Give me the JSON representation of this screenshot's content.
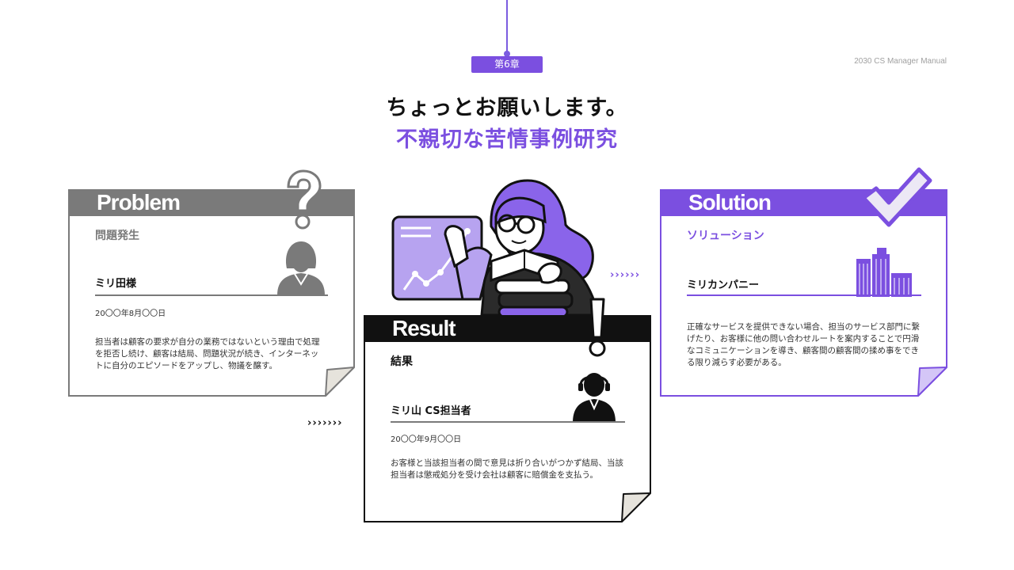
{
  "header": {
    "chapter": "第6章",
    "manual_title": "2030 CS Manager Manual",
    "title_line1": "ちょっとお願いします。",
    "title_line2": "不親切な苦情事例研究"
  },
  "problem": {
    "heading": "Problem",
    "subheading": "問題発生",
    "name": "ミリ田様",
    "date": "20〇〇年8月〇〇日",
    "description": "担当者は顧客の要求が自分の業務ではないという理由で処理を拒否し続け、顧客は結局、問題状況が続き、インターネットに自分のエピソードをアップし、物議を醸す。",
    "color": "#7a7a7a"
  },
  "result": {
    "heading": "Result",
    "subheading": "結果",
    "name": "ミリ山 CS担当者",
    "date": "20〇〇年9月〇〇日",
    "description": "お客様と当該担当者の間で意見は折り合いがつかず結局、当該担当者は懲戒処分を受け会社は顧客に賠償金を支払う。",
    "color": "#111111"
  },
  "solution": {
    "heading": "Solution",
    "subheading": "ソリューション",
    "name": "ミリカンパニー",
    "description": "正確なサービスを提供できない場合、担当のサービス部門に繋げたり、お客様に他の問い合わせルートを案内することで円滑なコミュニケーションを導き、顧客間の顧客間の揉め事をできる限り減らす必要がある。",
    "color": "#7b4fe0"
  },
  "connectors": {
    "left_arrows": "›››››››",
    "right_arrows": "››››››"
  },
  "icons": [
    "question-mark-icon",
    "checkmark-icon",
    "exclamation-icon",
    "woman-avatar-icon",
    "headset-agent-icon",
    "office-buildings-icon",
    "growth-chart-icon"
  ]
}
